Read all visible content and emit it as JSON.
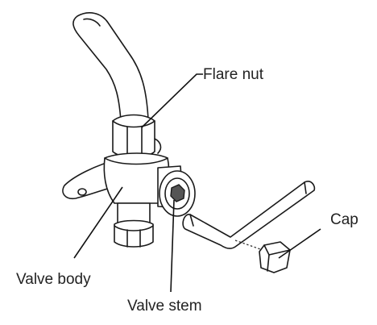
{
  "labels": {
    "flare_nut": "Flare nut",
    "cap": "Cap",
    "valve_body": "Valve body",
    "valve_stem": "Valve stem"
  },
  "colors": {
    "line": "#1a1a1a",
    "stem_fill": "#555555",
    "background": "#ffffff"
  },
  "icons": {
    "pipe": "pipe-icon",
    "flare_nut": "flare-nut-icon",
    "valve_body": "valve-body-icon",
    "valve_stem": "valve-stem-icon",
    "hex_key": "hex-key-icon",
    "cap": "cap-icon"
  }
}
